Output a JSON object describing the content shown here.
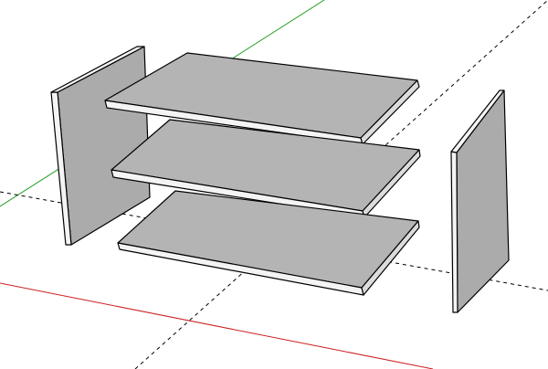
{
  "app": {
    "name": "",
    "view": "3d-modeling-viewport"
  },
  "scene": {
    "background": "#ffffff",
    "axes": {
      "green_color": "#1e9e1e",
      "red_color": "#cc1f1f",
      "dashed_color": "#000000"
    },
    "materials": {
      "shelf_top": "#b4b4b4",
      "panel_face": "#ababab",
      "edge_highlight": "#f4f4f4",
      "outline": "#000000"
    },
    "components": [
      "left-side-panel",
      "top-shelf",
      "middle-shelf",
      "bottom-shelf",
      "right-side-panel"
    ]
  }
}
